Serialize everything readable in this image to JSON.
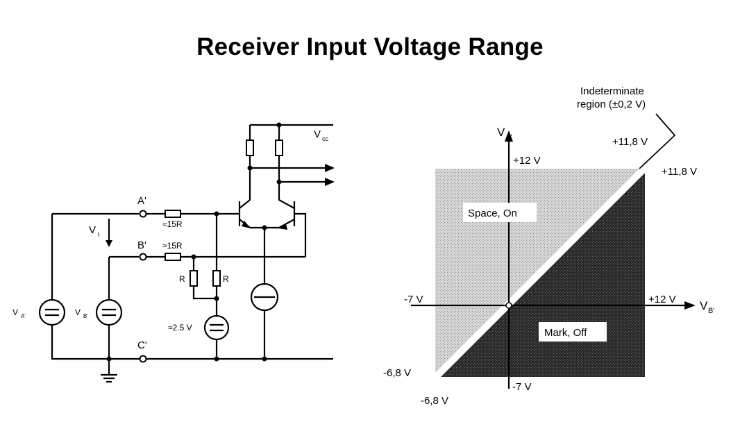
{
  "title": "Receiver Input Voltage Range",
  "circuit": {
    "vcc": "V",
    "vcc_sub": "cc",
    "node_a": "A'",
    "node_b": "B'",
    "node_c": "C'",
    "vi": "V",
    "vi_sub": "I",
    "res_a": "≈15R",
    "res_b": "≈15R",
    "r1": "R",
    "r2": "R",
    "bias": "≈2.5 V",
    "src_a": "V",
    "src_a_sub": "A'",
    "src_b": "V",
    "src_b_sub": "B'"
  },
  "graph": {
    "y_axis": "V",
    "y_axis_sub": "A'",
    "x_axis": "V",
    "x_axis_sub": "B'",
    "y_top": "+12 V",
    "x_right": "+12 V",
    "x_left": "-7 V",
    "y_bottom": "-7 V",
    "corner_tr_top": "+11,8 V",
    "corner_tr_right": "+11,8 V",
    "corner_bl_left": "-6,8 V",
    "corner_bl_bottom": "-6,8 V",
    "indeterminate_line1": "Indeterminate",
    "indeterminate_line2": "region (±0,2 V)",
    "space_label": "Space, On",
    "mark_label": "Mark, Off",
    "colors": {
      "space": "#c9c9c9",
      "mark": "#2e2e2e"
    }
  }
}
